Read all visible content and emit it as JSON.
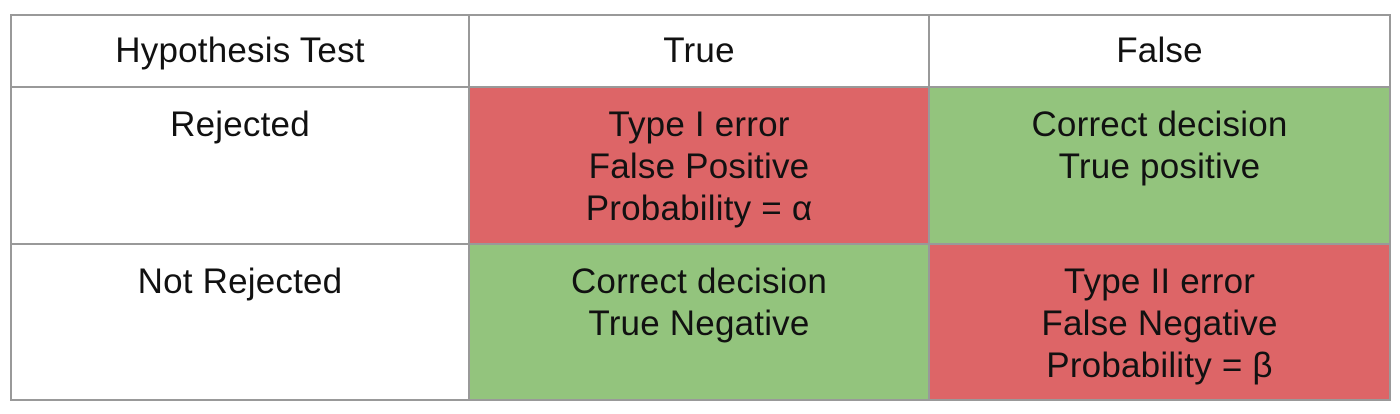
{
  "table": {
    "header": {
      "col1": "Hypothesis Test",
      "col2": "True",
      "col3": "False"
    },
    "rows": [
      {
        "label": "Rejected",
        "true_cell": {
          "text": "Type I error\nFalse Positive\nProbability = α",
          "type": "error"
        },
        "false_cell": {
          "text": "Correct decision\nTrue positive",
          "type": "correct"
        }
      },
      {
        "label": "Not Rejected",
        "true_cell": {
          "text": "Correct decision\nTrue Negative",
          "type": "correct"
        },
        "false_cell": {
          "text": "Type II error\nFalse Negative\nProbability = β",
          "type": "error"
        }
      }
    ],
    "colors": {
      "error_bg": "#DD6567",
      "correct_bg": "#93C47D",
      "border": "#999999",
      "header_bg": "#FFFFFF",
      "text": "#111111"
    }
  }
}
